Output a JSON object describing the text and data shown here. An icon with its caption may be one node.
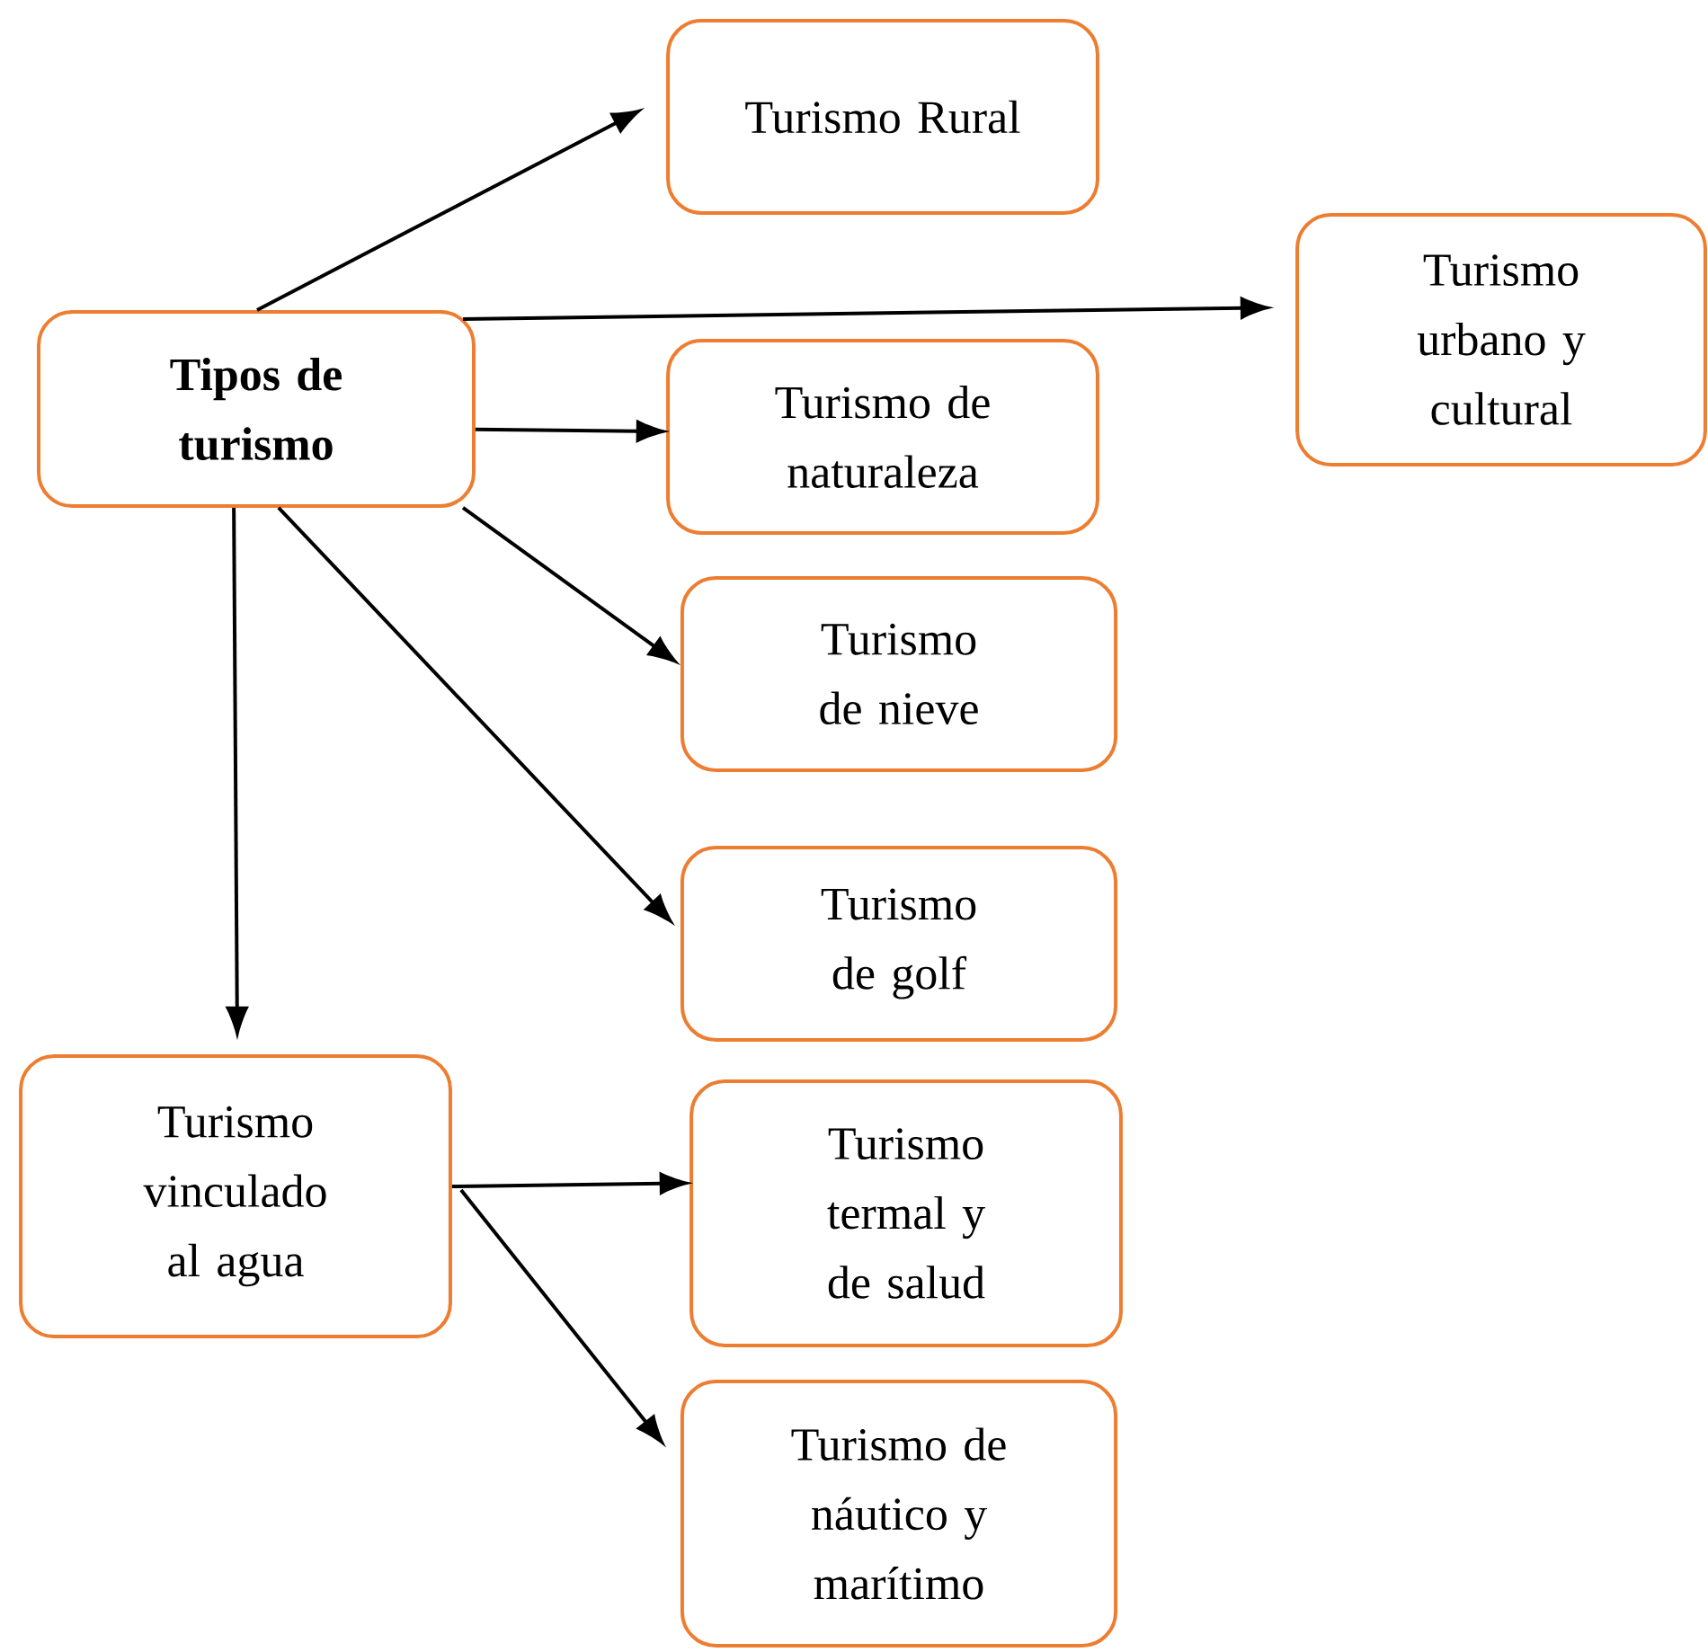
{
  "diagram": {
    "nodes": [
      {
        "text": [
          "Tipos de turismo"
        ]
      },
      {
        "text": [
          "Turismo Rural"
        ]
      },
      {
        "text": [
          "Turismo urbano y cultural"
        ]
      },
      {
        "text": [
          "Turismo de naturaleza"
        ]
      },
      {
        "text": [
          "Turismo de nieve"
        ]
      },
      {
        "text": [
          "Turismo de golf"
        ]
      },
      {
        "text": [
          "Turismo vinculado al agua"
        ]
      },
      {
        "text": [
          "Turismo termal y de salud"
        ]
      },
      {
        "text": [
          "Turismo de náutico y marítimo"
        ]
      }
    ],
    "edges": [
      {
        "from": 0,
        "to": 1,
        "arrow": "to"
      },
      {
        "from": 0,
        "to": 2,
        "arrow": "to"
      },
      {
        "from": 0,
        "to": 3,
        "arrow": "to"
      },
      {
        "from": 0,
        "to": 4,
        "arrow": "to"
      },
      {
        "from": 0,
        "to": 5,
        "arrow": "to"
      },
      {
        "from": 0,
        "to": 6,
        "arrow": "to"
      },
      {
        "from": 6,
        "to": 7,
        "arrow": "to"
      },
      {
        "from": 6,
        "to": 8,
        "arrow": "to"
      }
    ]
  }
}
